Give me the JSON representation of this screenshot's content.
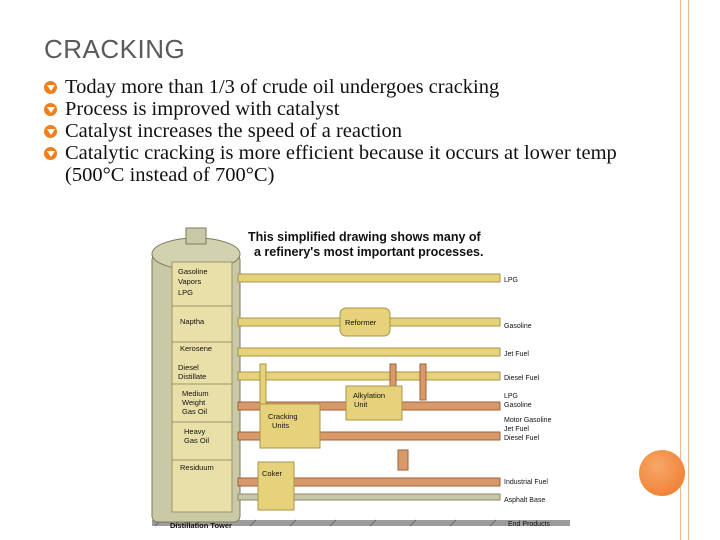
{
  "slide": {
    "title": "CRACKING",
    "bullets": [
      "Today more than 1/3 of crude oil undergoes cracking",
      "Process is improved with catalyst",
      "Catalyst increases the speed of a reaction",
      "Catalytic cracking is more efficient because it occurs at lower temp (500°C instead of 700°C)"
    ],
    "accent_color": "#f07f1e",
    "bullet_icon": "orange-circle-down-arrow-icon"
  },
  "diagram": {
    "caption_line1": "This simplified drawing shows many of",
    "caption_line2": "a refinery's most important processes.",
    "tower_label": "Distillation Tower",
    "tower_cuts": [
      "Gasoline",
      "Vapors",
      "LPG",
      "Naptha",
      "Kerosene",
      "Diesel",
      "Distillate",
      "Medium",
      "Weight",
      "Gas Oil",
      "Heavy",
      "Gas Oil",
      "Residuum"
    ],
    "units": [
      "Reformer",
      "Alkylation",
      "Unit",
      "Cracking",
      "Units",
      "Coker"
    ],
    "products": [
      "LPG",
      "Gasoline",
      "Jet Fuel",
      "Diesel Fuel",
      "LPG",
      "Gasoline",
      "Motor Gasoline",
      "Jet Fuel",
      "Diesel Fuel",
      "Industrial Fuel",
      "Asphalt Base",
      "End Products"
    ]
  }
}
